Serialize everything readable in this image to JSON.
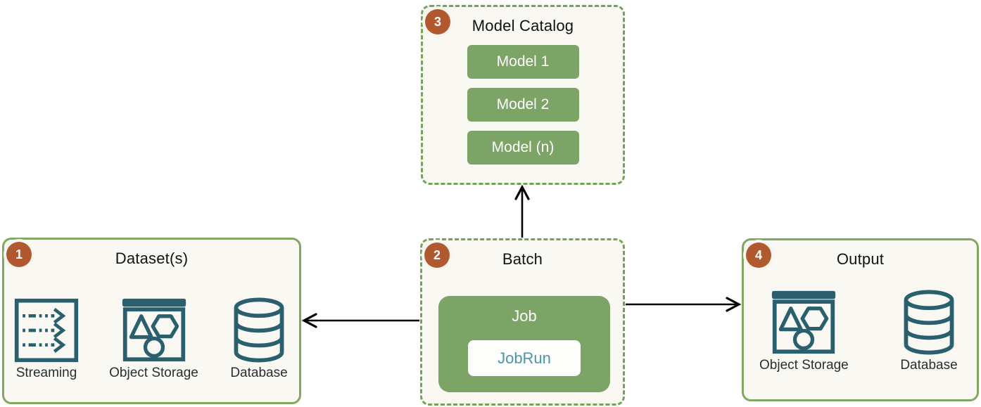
{
  "colors": {
    "node_fill_green": "#7da467",
    "solid_border_green": "#80a763",
    "dashed_border_green": "#73a356",
    "badge_rust": "#b0592f",
    "box_background": "#faf8f2",
    "icon_teal": "#2a5f6e",
    "jobrun_text_teal": "#4e95aa",
    "arrow_black": "#000000"
  },
  "nodes": {
    "datasets": {
      "badge": "1",
      "title": "Dataset(s)",
      "items": [
        {
          "icon": "streaming-icon",
          "label": "Streaming"
        },
        {
          "icon": "object-storage-icon",
          "label": "Object Storage"
        },
        {
          "icon": "database-icon",
          "label": "Database"
        }
      ]
    },
    "batch": {
      "badge": "2",
      "title": "Batch",
      "job_label": "Job",
      "jobrun_label": "JobRun"
    },
    "model_catalog": {
      "badge": "3",
      "title": "Model Catalog",
      "models": [
        "Model 1",
        "Model 2",
        "Model (n)"
      ]
    },
    "output": {
      "badge": "4",
      "title": "Output",
      "items": [
        {
          "icon": "object-storage-icon",
          "label": "Object Storage"
        },
        {
          "icon": "database-icon",
          "label": "Database"
        }
      ]
    }
  },
  "arrows": [
    {
      "name": "batch-to-datasets",
      "direction": "left"
    },
    {
      "name": "batch-to-model-catalog",
      "direction": "up"
    },
    {
      "name": "batch-to-output",
      "direction": "right"
    }
  ]
}
